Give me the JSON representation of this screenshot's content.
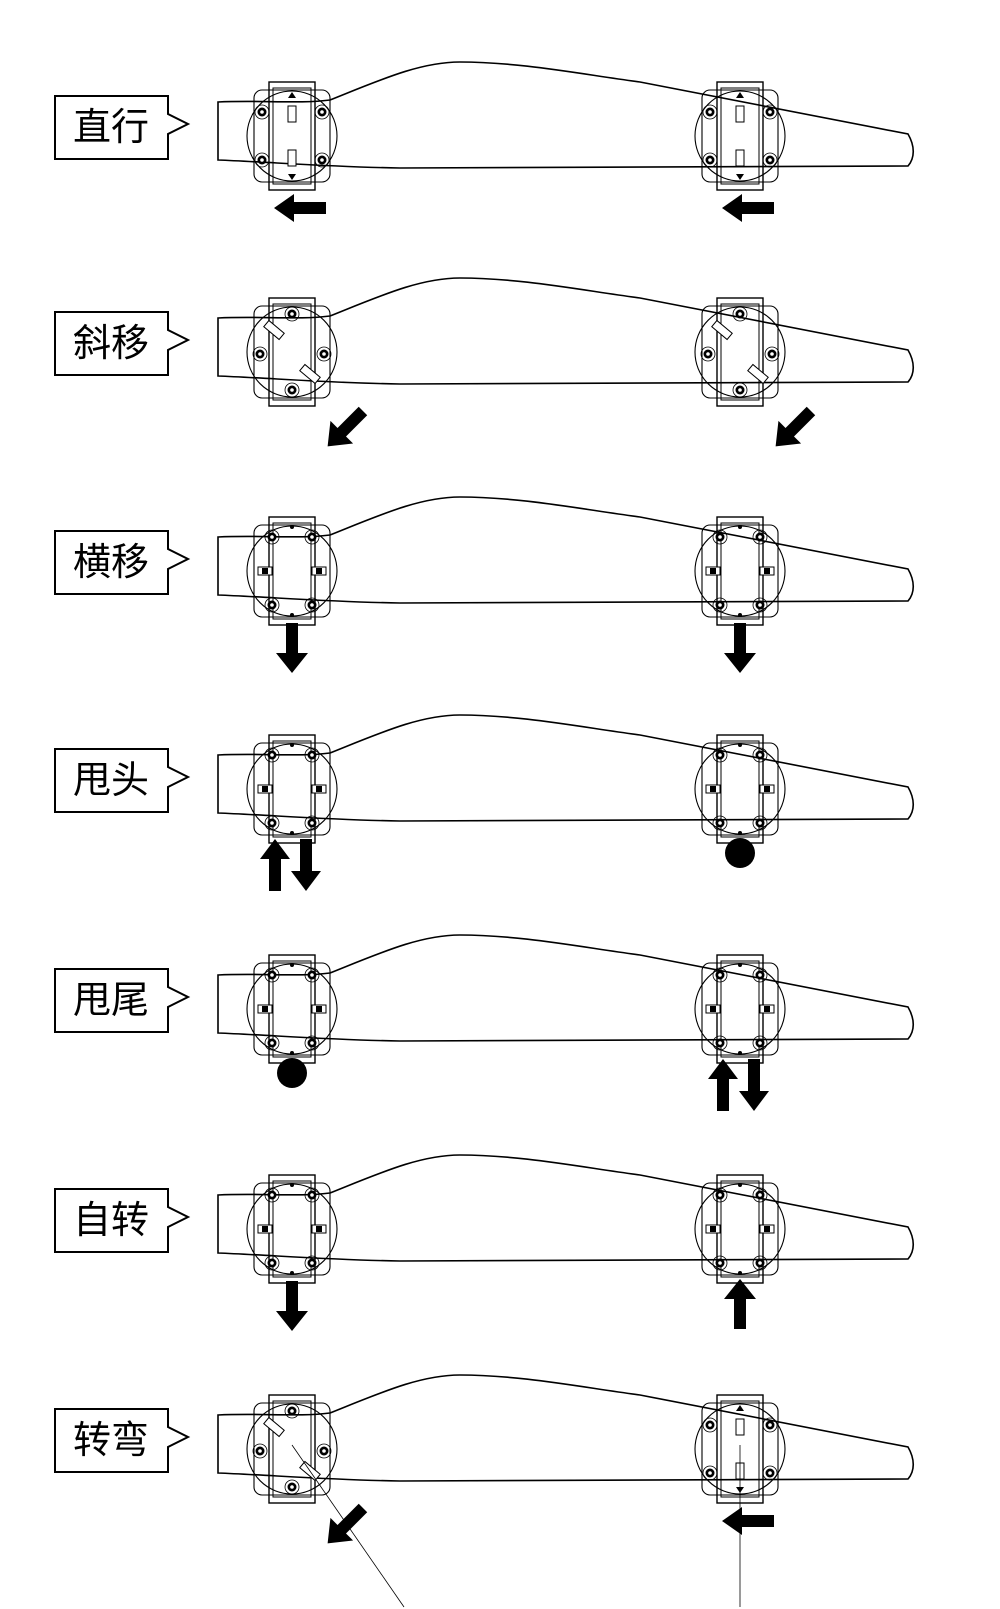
{
  "title": "Blade transport vehicle movement modes",
  "colors": {
    "line": "#000000",
    "background": "#ffffff"
  },
  "legend_markers": {
    "rotate_in_place": "dot-icon",
    "paired_up_down": "up-down-arrows-icon"
  },
  "modes": [
    {
      "id": "straight",
      "label": "直行",
      "front": {
        "wheel": "straight",
        "motion": "arrow-left"
      },
      "rear": {
        "wheel": "straight",
        "motion": "arrow-left"
      }
    },
    {
      "id": "diagonal",
      "label": "斜移",
      "front": {
        "wheel": "diagonal",
        "motion": "arrow-down-left"
      },
      "rear": {
        "wheel": "diagonal",
        "motion": "arrow-down-left"
      }
    },
    {
      "id": "sideways",
      "label": "横移",
      "front": {
        "wheel": "lateral",
        "motion": "arrow-down"
      },
      "rear": {
        "wheel": "lateral",
        "motion": "arrow-down"
      }
    },
    {
      "id": "swing-head",
      "label": "甩头",
      "front": {
        "wheel": "lateral",
        "motion": "arrows-up-down"
      },
      "rear": {
        "wheel": "lateral",
        "motion": "dot"
      }
    },
    {
      "id": "swing-tail",
      "label": "甩尾",
      "front": {
        "wheel": "lateral",
        "motion": "dot"
      },
      "rear": {
        "wheel": "lateral",
        "motion": "arrows-up-down"
      }
    },
    {
      "id": "spin",
      "label": "自转",
      "front": {
        "wheel": "lateral",
        "motion": "arrow-down"
      },
      "rear": {
        "wheel": "lateral",
        "motion": "arrow-up"
      }
    },
    {
      "id": "turn",
      "label": "转弯",
      "front": {
        "wheel": "diagonal",
        "motion": "arrow-down-left",
        "guide": "diagonal-line"
      },
      "rear": {
        "wheel": "straight",
        "motion": "arrow-left",
        "guide": "vertical-line"
      }
    }
  ]
}
